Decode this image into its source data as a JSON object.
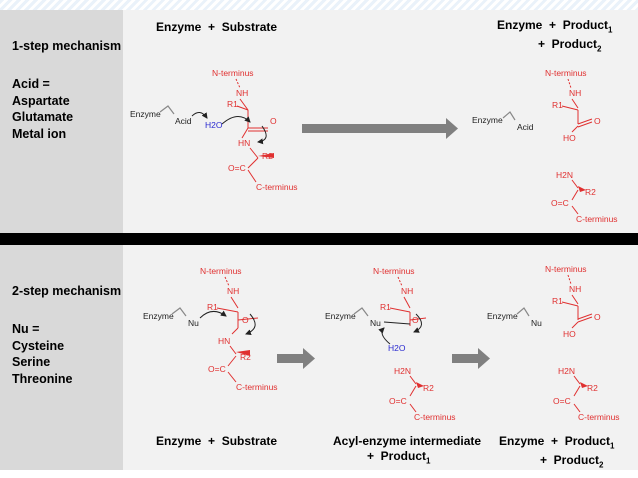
{
  "top": {
    "title": "1-step mechanism",
    "items": [
      "Acid =",
      "Aspartate",
      "Glutamate",
      "Metal ion"
    ],
    "header_left": "Enzyme  +  Substrate",
    "header_right_1": "Enzyme  +  Product",
    "header_right_2": "+  Product"
  },
  "bottom": {
    "title": "2-step mechanism",
    "items": [
      "Nu =",
      "Cysteine",
      "Serine",
      "Threonine"
    ],
    "footer_left": "Enzyme  +  Substrate",
    "footer_mid_1": "Acyl-enzyme intermediate",
    "footer_mid_2": "+  Product",
    "footer_right_1": "Enzyme  +  Product",
    "footer_right_2": "+  Product"
  },
  "subscripts": {
    "one": "1",
    "two": "2"
  },
  "labels": {
    "n_terminus": "N-terminus",
    "c_terminus": "C-terminus",
    "enzyme": "Enzyme",
    "acid": "Acid",
    "nu": "Nu",
    "nh": "NH",
    "hn": "HN",
    "h2n": "H2N",
    "ho": "HO",
    "h2o": "H2O",
    "r1": "R1",
    "r2": "R2",
    "o": "O",
    "o_eq_c": "O=C"
  },
  "colors": {
    "red": "#e03030",
    "blue": "#2a2ad0",
    "arrow": "#808080"
  }
}
